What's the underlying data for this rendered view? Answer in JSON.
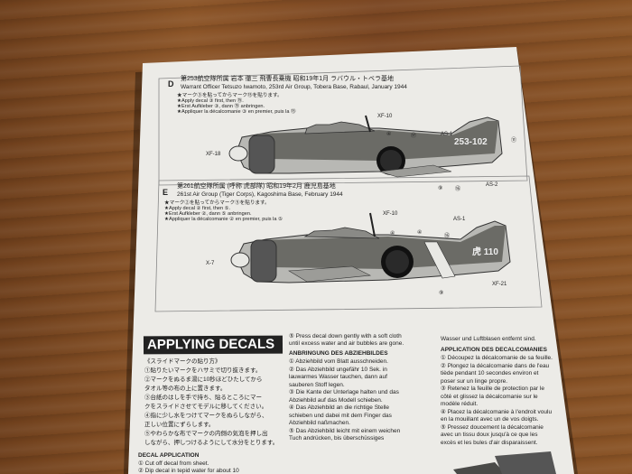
{
  "profile_d": {
    "letter": "D",
    "title_jp": "第253航空隊所属 岩本 徹三 飛曹長乗機 昭和19年1月 ラバウル・トベラ基地",
    "title_en": "Warrant Officer Tetsuzo Iwamoto, 253rd Air Group, Tobera Base, Rabaul, January 1944",
    "instructions": [
      "★マーク③を貼ってからマーク⑮を貼ります。",
      "★Apply decal ③ first, then ⑮.",
      "★Erst Aufkleber ③, dann ⑮ anbringen.",
      "★Appliquer la décalcomanie ③ en premier, puis la ⑮"
    ],
    "tail_code": "253-102",
    "callouts": [
      "XF-10",
      "④",
      "⑰",
      "AS-1",
      "⑪",
      "XF-18",
      "⑨",
      "⑯",
      "AS-2"
    ]
  },
  "profile_e": {
    "letter": "E",
    "title_jp": "第261航空隊所属 (呼称 虎部隊) 昭和19年2月 鹿児島基地",
    "title_en": "261st Air Group (Tiger Corps), Kagoshima Base, February 1944",
    "instructions": [
      "★マーク②を貼ってからマーク⑤を貼ります。",
      "★Apply decal ② first, then ⑤.",
      "★Erst Aufkleber ②, dann ⑤ anbringen.",
      "★Appliquer la décalcomanie ② en premier, puis la ⑤"
    ],
    "tail_code": "虎 110",
    "callouts": [
      "XF-10",
      "AS-1",
      "④",
      "⑯",
      "④",
      "X-7",
      "⑨",
      "XF-21"
    ]
  },
  "applying": {
    "heading": "APPLYING DECALS",
    "jp_title": "《スライドマークの貼り方》",
    "jp_lines": [
      "①貼りたいマークをハサミで切り抜きます。",
      "②マークをぬるま湯に10秒ほどひたしてから",
      "タオル等の布の上に置きます。",
      "③台紙のはしを手で持ち、貼るところにマー",
      "クをスライドさせてモデルに移してください。",
      "④指に少し水をつけてマークをぬらしながら、",
      "正しい位置にずらします。",
      "⑤やわらかな布でマークの内側の気泡を押し出",
      "しながら、押しつけるようにして水分をとります。"
    ],
    "en_title": "DECAL APPLICATION",
    "en_lines": [
      "① Cut off decal from sheet.",
      "② Dip decal in tepid water for about 10"
    ],
    "col2_lines": [
      "⑤ Press decal down gently with a soft cloth",
      "until excess water and air bubbles are gone."
    ],
    "de_title": "ANBRINGUNG DES ABZIEHBILDES",
    "de_lines": [
      "① Abziehbild vom Blatt ausschneiden.",
      "② Das Abziehbild ungefähr 10 Sek. in",
      "lauwarmes Wasser tauchen, dann auf",
      "sauberen Stoff legen.",
      "③ Die Kante der Unterlage halten und das",
      "Abziehbild auf das Modell schieben.",
      "④ Das Abziehbild an die richtige Stelle",
      "schieben und dabei mit dem Finger das",
      "Abziehbild naßmachen.",
      "⑤ Das Abziehbild leicht mit einem weichen",
      "Tuch andrücken, bis überschüssiges"
    ],
    "col3_top": "Wasser und Luftblasen entfernt sind.",
    "fr_title": "APPLICATION DES DECALCOMANIES",
    "fr_lines": [
      "① Découpez la décalcomanie de sa feuille.",
      "② Plongez la décalcomanie dans de l'eau",
      "tiède pendant 10 secondes environ et",
      "poser sur un linge propre.",
      "③ Retenez la feuille de protection par le",
      "côté et glissez la décalcomanie sur le",
      "modèle réduit.",
      "④ Placez la décalcomanie à l'endroit voulu",
      "en la mouillant avec un de vos doigts.",
      "⑤ Pressez doucement la décalcomanie",
      "avec un tissu doux jusqu'à ce que les",
      "excès et les bules d'air disparaissent."
    ]
  }
}
